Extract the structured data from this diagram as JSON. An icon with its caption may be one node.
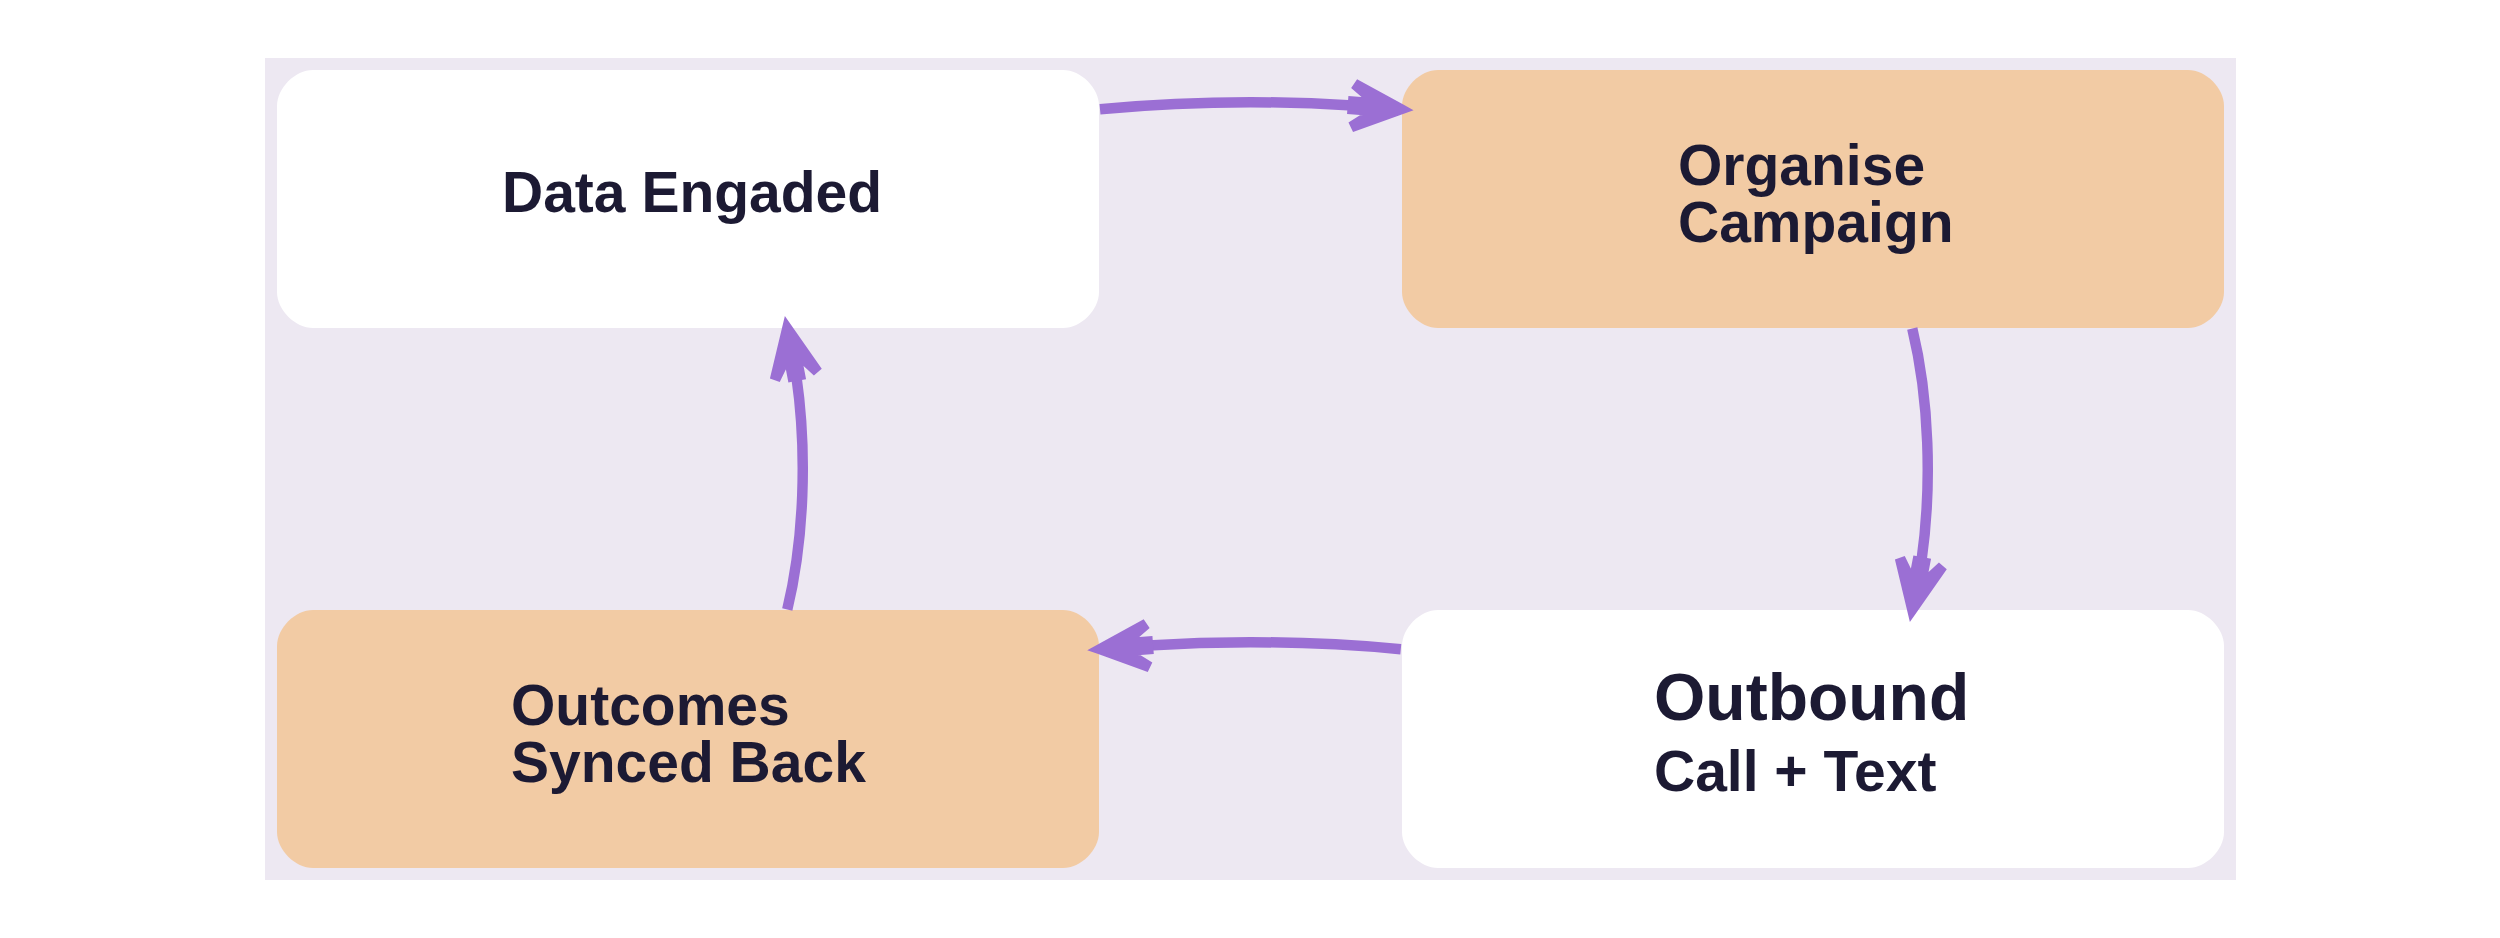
{
  "diagram": {
    "nodes": [
      {
        "text": [
          "Data Engaded"
        ]
      },
      {
        "text": [
          "Organise Campaign"
        ]
      },
      {
        "text": [
          "Outbound",
          "Call + Text"
        ]
      },
      {
        "text": [
          "Outcomes Synced Back"
        ]
      }
    ],
    "edges": [
      {
        "from": 0,
        "to": 1,
        "arrow": "to"
      },
      {
        "from": 1,
        "to": 2,
        "arrow": "to"
      },
      {
        "from": 2,
        "to": 3,
        "arrow": "to"
      },
      {
        "from": 3,
        "to": 0,
        "arrow": "to"
      }
    ]
  }
}
